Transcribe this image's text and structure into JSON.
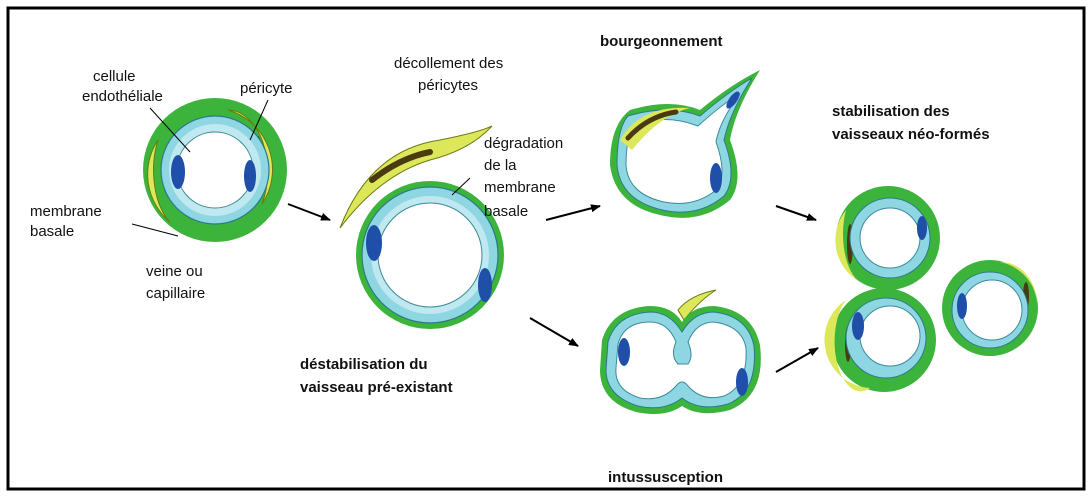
{
  "labels": {
    "cellule_endotheliale": [
      "cellule",
      "endothéliale"
    ],
    "pericyte": "péricyte",
    "membrane_basale": [
      "membrane",
      "basale"
    ],
    "veine_ou_capillaire": [
      "veine ou",
      "capillaire"
    ],
    "decollement": [
      "décollement des",
      "péricytes"
    ],
    "degradation": [
      "dégradation",
      "de la",
      "membrane",
      "basale"
    ]
  },
  "headings": {
    "destabilisation": [
      "déstabilisation du",
      "vaisseau pré-existant"
    ],
    "bourgeonnement": "bourgeonnement",
    "intussusception": "intussusception",
    "stabilisation": [
      "stabilisation des",
      "vaisseaux néo-formés"
    ]
  },
  "colors": {
    "outer_green": "#3cb43c",
    "pericyte_yellow": "#dce85a",
    "pericyte_dark": "#4a3a10",
    "membrane_cyan": "#8fd6e3",
    "endothelial_light": "#bfe8f0",
    "lumen": "#ffffff",
    "nucleus": "#1f4fa8",
    "border": "#000000"
  }
}
